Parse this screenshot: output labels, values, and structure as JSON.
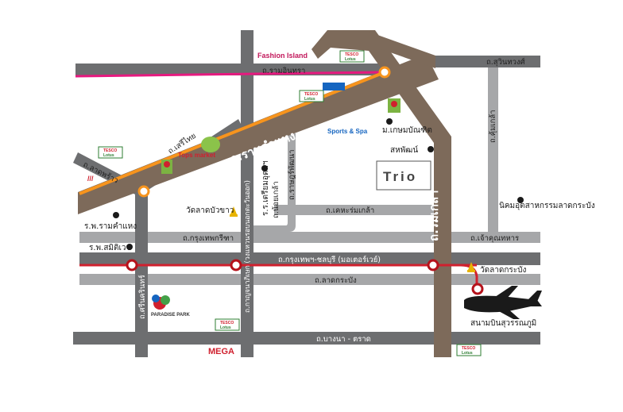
{
  "colors": {
    "main_road": "#7d6a5a",
    "grey_road": "#6d6e70",
    "light_road": "#a6a7a9",
    "pink_line": "#e6197f",
    "orange_line": "#f7941d",
    "red_line": "#d0202e",
    "station_ring": "#b5121b"
  },
  "roads": {
    "ramkhamhaeng": "ถ.รามคำแหง",
    "romklao": "ถ.ร่มเกล้า",
    "ramintra": "ถ.รามอินทรา",
    "sukhumvit": "ถ.สุวินทวงศ์",
    "seri_thai": "ถ.เสรีไทย",
    "lat_phrao": "ถ.ลาดพร้าว",
    "khum_klao": "ถ.คุ้มเกล้า",
    "rama9_ext": "ถ.เคหะร่มเกล้า",
    "krungthep_kreetha": "ถ.กรุงเทพกรีฑา",
    "chao_khun": "ถ.เจ้าคุณทหาร",
    "motorway": "ถ.กรุงเทพฯ-ชลบุรี (มอเตอร์เวย์)",
    "lat_krabang": "ถ.ลาดกระบัง",
    "bangna_trat": "ถ.บางนา - ตราด",
    "srinagarindra": "ถ.ศรีนครินทร์",
    "kanchanaphisek": "ถ.กาญจนาภิเษก (วงแหวนรอบนอกตะวันออก)",
    "ramkhamhaeng_phatthana": "ถ.ราษฎร์พัฒนา",
    "noi_kao": "ถ.น้อยเกล้า"
  },
  "places": {
    "fashion_island": "Fashion Island",
    "tesco_1": "TESCO Lotus",
    "minburi_uni": "ม.เกษมบัณฑิต",
    "sahaphat": "สหพัฒน์",
    "rr_triam": "ร.ร.เตรียมอุดมฯ",
    "wat_lat_bua_khao": "วัดลาดบัวขาว",
    "rp_ramkhamhaeng": "ร.พ.รามคำแหง",
    "rp_samitivej": "ร.พ.สมิติเวช",
    "nikom": "นิคมอุตสาหกรรมลาดกระบัง",
    "wat_lat_krabang": "วัดลาดกระบัง",
    "airport": "สนามบินสุวรรณภูมิ",
    "mega": "MEGA",
    "paradise_park": "PARADISE PARK",
    "tops_market": "Tops market",
    "tesco_brand": "TESCO",
    "lotus_brand": "Lotus",
    "sports_spa": "Sports & Spa",
    "trio_logo": "Trio"
  }
}
